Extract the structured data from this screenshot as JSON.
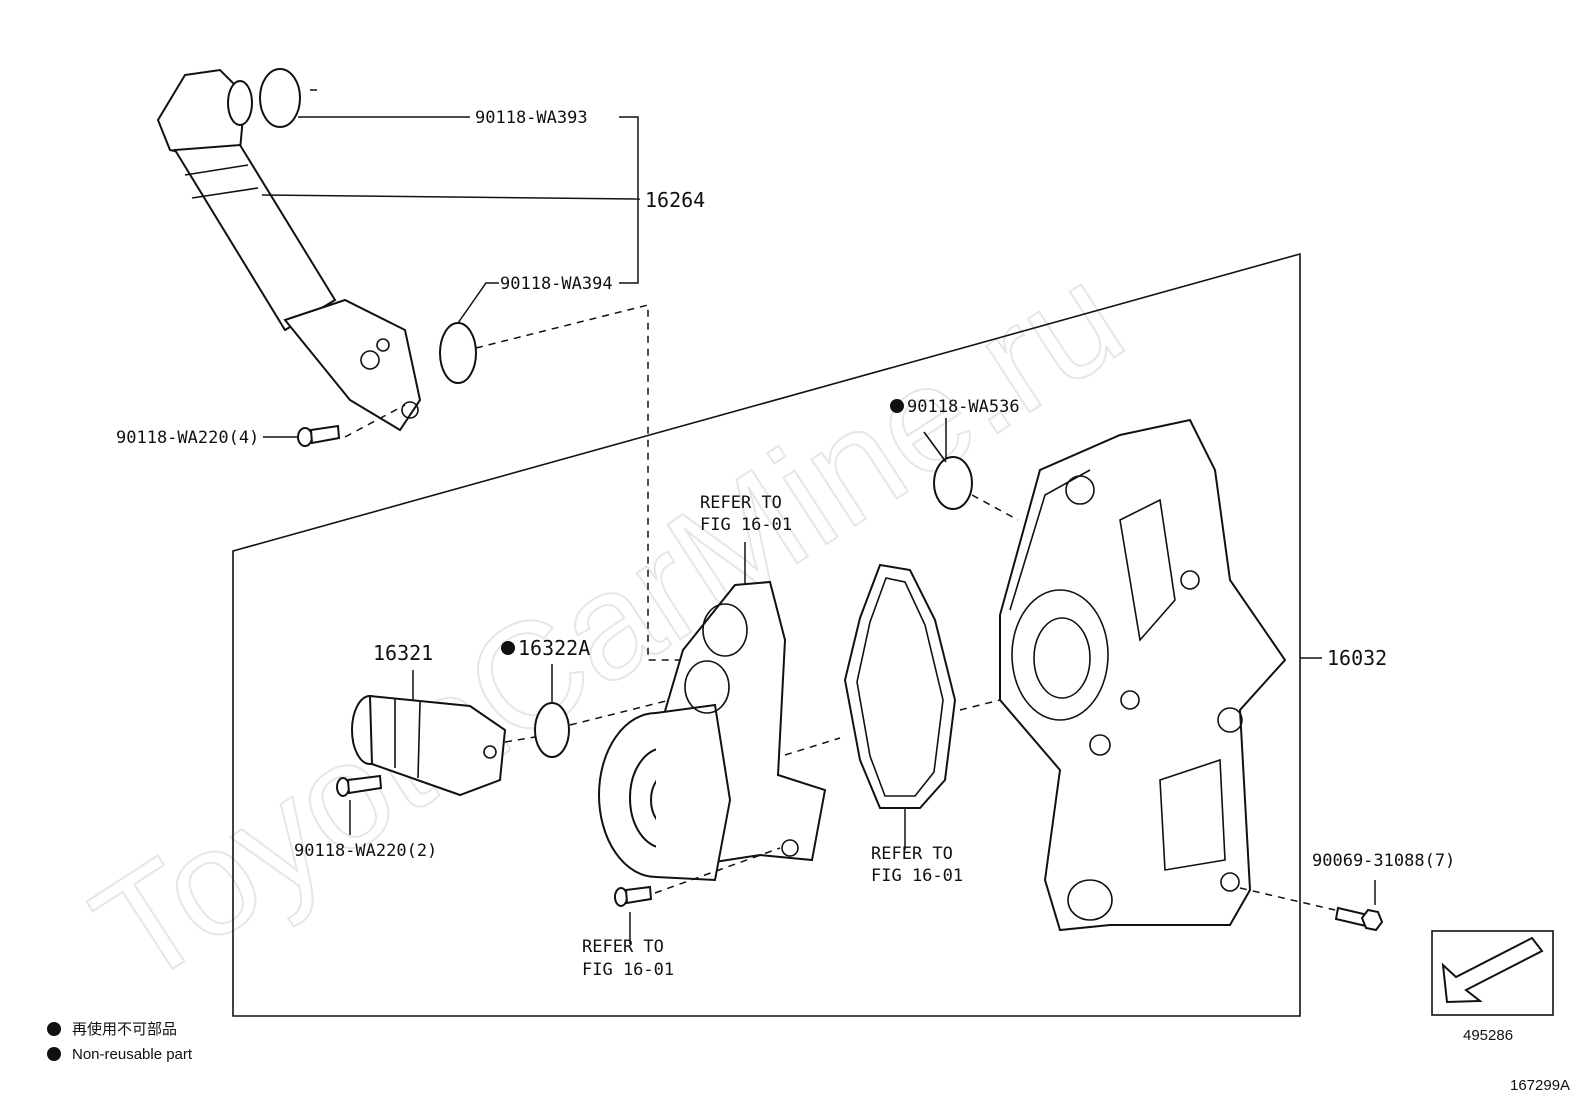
{
  "watermark": "ToyotaCarMine.ru",
  "labels": {
    "clamp_gasket_top": "90118-WA393",
    "hose_assy": "16264",
    "gasket_lower": "90118-WA394",
    "bolt_hose": "90118-WA220(4)",
    "seal_ring": "90118-WA536",
    "housing": "16032",
    "inlet": "16321",
    "oring": "16322A",
    "bolt_inlet": "90118-WA220(2)",
    "bolt_housing": "90069-31088(7)",
    "refer_top_1": "REFER TO",
    "refer_top_2": "FIG 16-01",
    "refer_mid_1": "REFER TO",
    "refer_mid_2": "FIG 16-01",
    "refer_bot_1": "REFER TO",
    "refer_bot_2": "FIG 16-01"
  },
  "legend": {
    "japanese": "再使用不可部品",
    "english": "Non-reusable part"
  },
  "view_code": "495286",
  "figure_code": "167299A"
}
